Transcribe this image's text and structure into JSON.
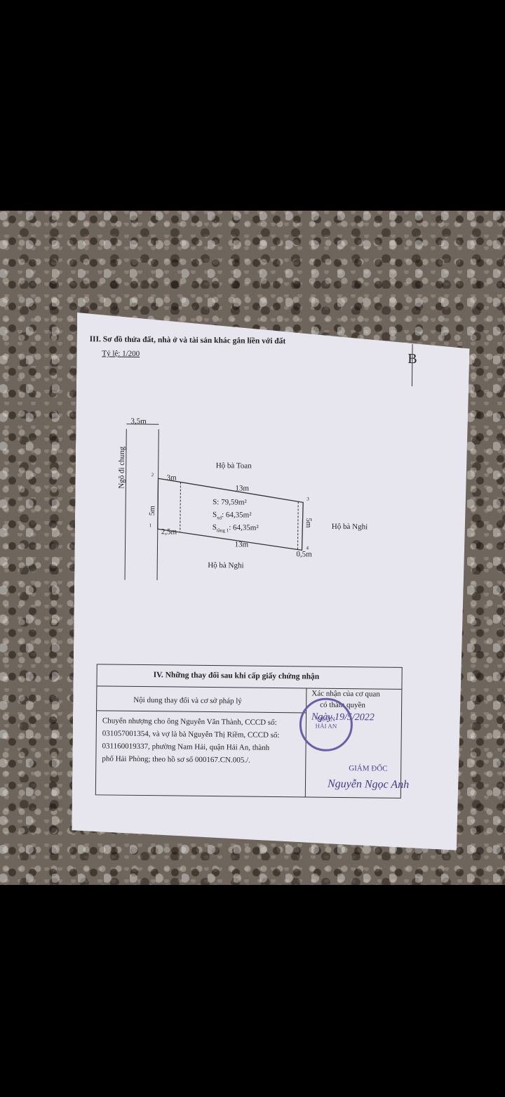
{
  "section3": {
    "title": "III. Sơ đồ thửa đất, nhà ở và tài sản khác gắn liền với đất",
    "scale": "Tỷ lệ: 1/200",
    "north": "B"
  },
  "plot": {
    "road_width": "3,5m",
    "road_label": "Ngõ đi chung",
    "neighbor_top": "Hộ bà Toan",
    "neighbor_right": "Hộ bà Nghi",
    "neighbor_bottom": "Hộ bà Nghi",
    "top_left_edge": "3m",
    "left_edge": "5m",
    "bottom_left_edge": "2,5m",
    "top_edge": "13m",
    "bottom_edge": "13m",
    "right_edge": "5m",
    "corner_offset": "0,5m",
    "area": "S: 79,59m²",
    "area_built": "S",
    "area_built_sub": "xd",
    "area_built_val": ": 64,35m²",
    "area_floor": "S",
    "area_floor_sub": "tầng 1",
    "area_floor_val": ": 64,35m²",
    "pt1": "1",
    "pt2": "2",
    "pt3": "3",
    "pt4": "4"
  },
  "section4": {
    "title": "IV. Những thay đổi sau khi cấp giấy chứng nhận",
    "col1": "Nội dung thay đổi và cơ sở pháp lý",
    "col2_line1": "Xác nhận của cơ quan",
    "col2_line2": "có thẩm quyền",
    "content_l1": "Chuyển nhượng cho ông Nguyễn Văn Thành, CCCD số:",
    "content_l2": "031057001354, và vợ là bà Nguyễn Thị Riềm, CCCD số:",
    "content_l3": "031160019337, phường Nam Hải, quận Hải An, thành",
    "content_l4": "phố Hải Phòng; theo hồ sơ số 000167.CN.005./.",
    "date": "Ngày 19/5/2022",
    "stamp_l1": "QUẬN",
    "stamp_l2": "HẢI AN",
    "director": "GIÁM ĐỐC",
    "signer": "Nguyễn Ngọc Anh"
  }
}
